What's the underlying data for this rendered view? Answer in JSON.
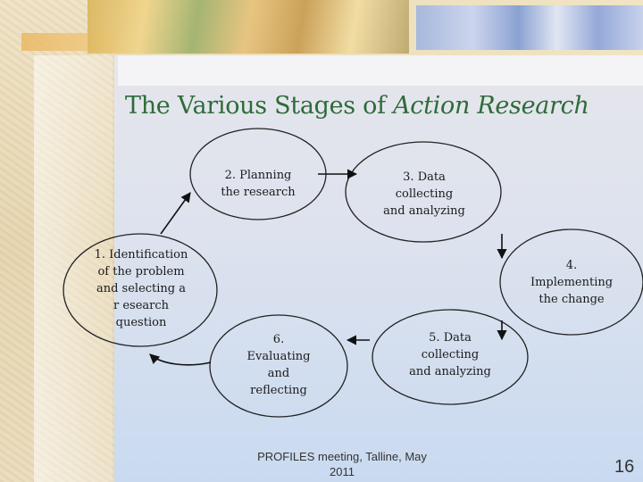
{
  "slide": {
    "title_main": "The Various Stages of ",
    "title_italic": "Action Research",
    "footer": "PROFILES meeting, Talline, May 2011",
    "page_number": "16"
  },
  "nodes": [
    {
      "id": "n1",
      "lines": [
        "1. Identification",
        "of  the problem",
        "and  selecting a",
        "r esearch",
        "question"
      ]
    },
    {
      "id": "n2",
      "lines": [
        "2. Planning",
        "the research"
      ]
    },
    {
      "id": "n3",
      "lines": [
        "3. Data",
        "collecting",
        "and analyzing"
      ]
    },
    {
      "id": "n4",
      "lines": [
        "4.",
        "Implementing",
        "the change"
      ]
    },
    {
      "id": "n5",
      "lines": [
        "5. Data",
        "collecting",
        "and analyzing"
      ]
    },
    {
      "id": "n6",
      "lines": [
        "6.",
        "Evaluating",
        "and",
        "reflecting"
      ]
    }
  ]
}
